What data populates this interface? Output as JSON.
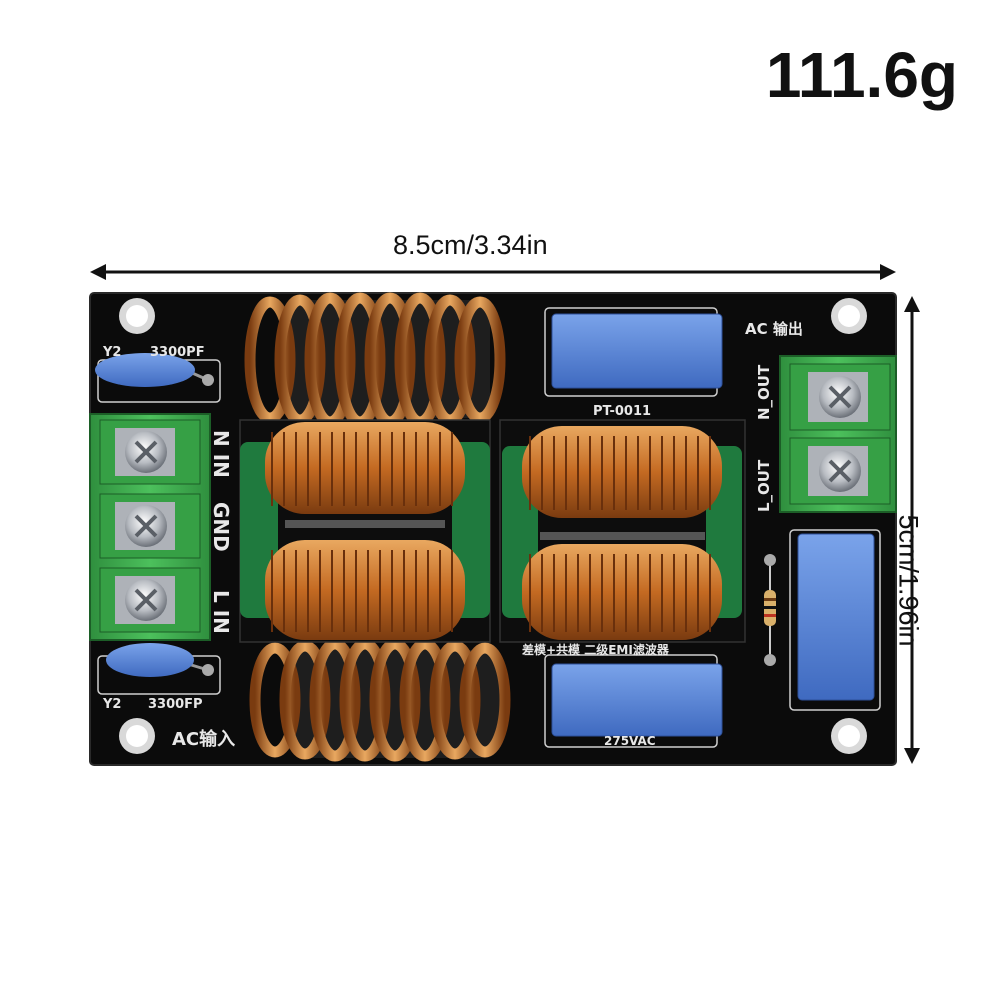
{
  "weight": "111.6g",
  "dimensions": {
    "width_label": "8.5cm/3.34in",
    "height_label": "5cm/1.96in"
  },
  "board": {
    "cap_top_label": "Y2",
    "cap_top_value": "3300PF",
    "cap_bottom_label": "Y2",
    "cap_bottom_value": "3300FP",
    "input_n": "N IN",
    "input_gnd": "GND",
    "input_l": "L IN",
    "ac_input": "AC输入",
    "ac_output": "AC 输出",
    "output_n": "N_OUT",
    "output_l": "L_OUT",
    "part_number": "PT-0011",
    "filter_label": "差模+共模 二级EMI滤波器",
    "voltage_label": "275VAC"
  },
  "colors": {
    "pcb": "#0b0b0b",
    "terminal": "#3aa64a",
    "copper": "#c8712a",
    "capacitor_blue": "#5a86d6",
    "ferrite_green": "#1f7a3e"
  }
}
